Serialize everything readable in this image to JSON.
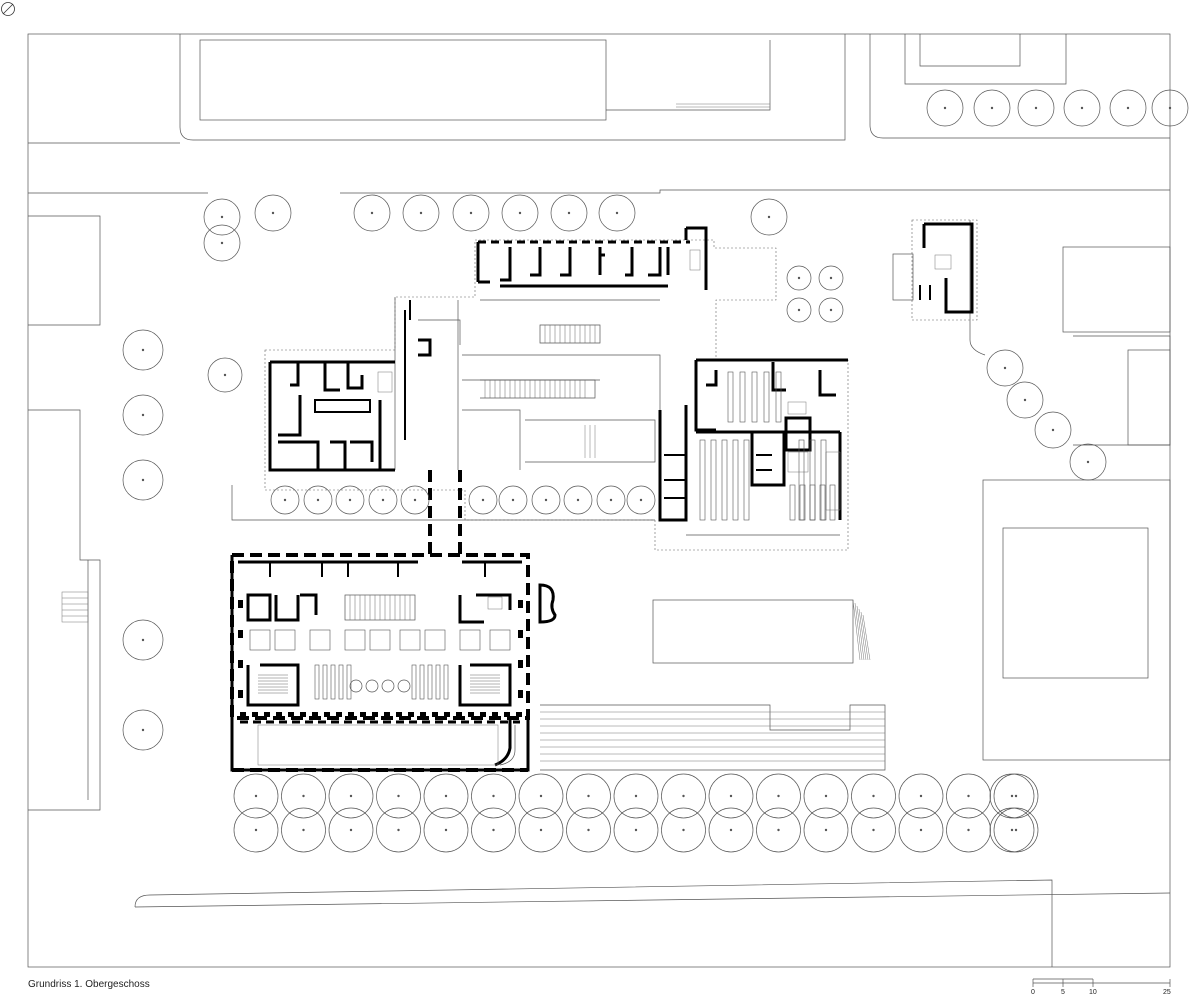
{
  "drawing": {
    "title": "Grundriss 1. Obergeschoss",
    "north_arrow_icon": "north-arrow-icon"
  },
  "scale_bar": {
    "labels": [
      "0",
      "5",
      "10",
      "25"
    ]
  },
  "colors": {
    "wall": "#000000",
    "line": "#555555",
    "background": "#ffffff"
  }
}
